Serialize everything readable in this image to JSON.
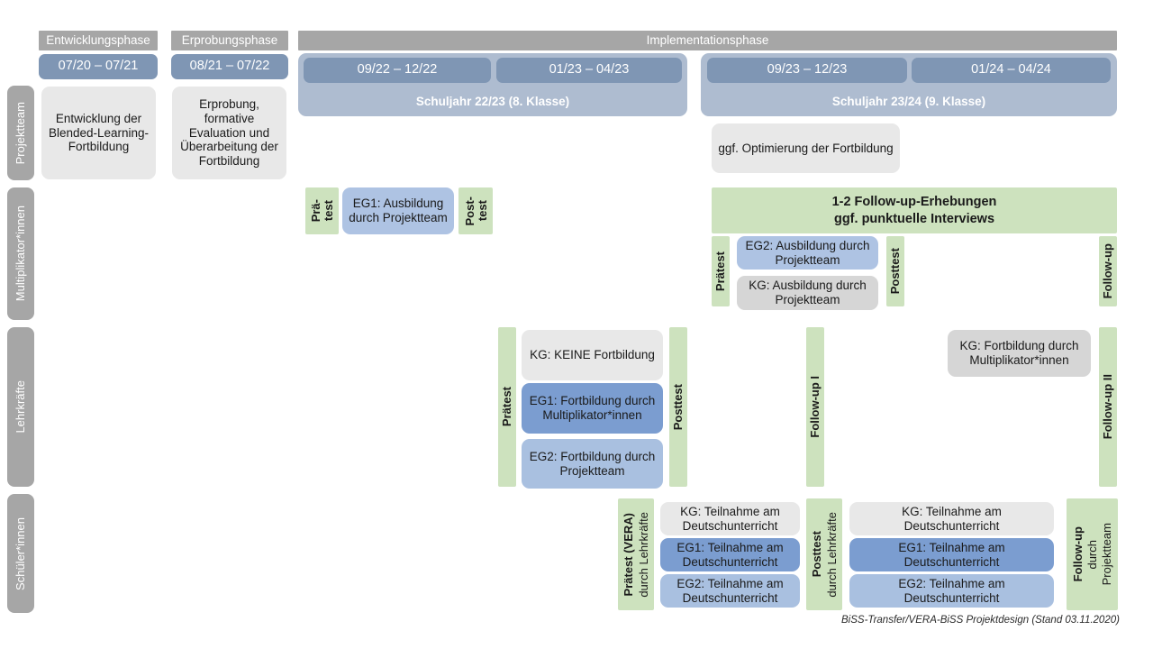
{
  "diagram": {
    "title": "BiSS-Transfer/VERA-BiSS Projektdesign",
    "footer": "BiSS-Transfer/VERA-BiSS Projektdesign (Stand 03.11.2020)"
  },
  "phases": [
    {
      "name": "Entwicklungsphase",
      "period": "07/20 – 07/21"
    },
    {
      "name": "Erprobungsphase",
      "period": "08/21 – 07/22"
    },
    {
      "name": "Implementationsphase"
    }
  ],
  "schooljahre": [
    {
      "label": "Schuljahr 22/23 (8. Klasse)",
      "periods": [
        "09/22 – 12/22",
        "01/23 – 04/23"
      ]
    },
    {
      "label": "Schuljahr 23/24 (9. Klasse)",
      "periods": [
        "09/23 – 12/23",
        "01/24 – 04/24"
      ]
    }
  ],
  "roles": [
    {
      "label": "Projektteam"
    },
    {
      "label": "Multiplikator*innen"
    },
    {
      "label": "Lehrkräfte"
    },
    {
      "label": "Schüler*innen"
    }
  ],
  "projektteam": {
    "entwicklung": "Entwicklung der Blended-Learning-Fortbildung",
    "erprobung": "Erprobung, formative Evaluation und Überarbeitung der Fortbildung",
    "optimierung": "ggf. Optimierung der Fortbildung"
  },
  "multiplikatoren": {
    "praetest_1_line1": "Prä-",
    "praetest_1_line2": "test",
    "eg1": "EG1: Ausbildung durch Projektteam",
    "posttest_1_line1": "Post-",
    "posttest_1_line2": "test",
    "followup_banner_line1": "1-2 Follow-up-Erhebungen",
    "followup_banner_line2": "ggf. punktuelle Interviews",
    "praetest_2": "Prätest",
    "eg2": "EG2: Ausbildung durch Projektteam",
    "kg": "KG: Ausbildung durch Projektteam",
    "posttest_2": "Posttest",
    "followup": "Follow-up"
  },
  "lehrkraefte": {
    "praetest": "Prätest",
    "kg_keine": "KG:  KEINE Fortbildung",
    "eg1": "EG1: Fortbildung durch Multiplikator*innen",
    "eg2": "EG2: Fortbildung durch Projektteam",
    "posttest": "Posttest",
    "followup_1": "Follow-up I",
    "kg_fortbildung": "KG: Fortbildung durch Multiplikator*innen",
    "followup_2": "Follow-up II"
  },
  "schueler": {
    "praetest_main": "Prätest (VERA)",
    "praetest_sub": "durch Lehrkräfte",
    "kg_1": "KG: Teilnahme am Deutschunterricht",
    "eg1_1": "EG1: Teilnahme am Deutschunterricht",
    "eg2_1": "EG2: Teilnahme am Deutschunterricht",
    "posttest_main": "Posttest",
    "posttest_sub": "durch Lehrkräfte",
    "kg_2": "KG: Teilnahme am Deutschunterricht",
    "eg1_2": "EG1: Teilnahme am Deutschunterricht",
    "eg2_2": "EG2: Teilnahme am Deutschunterricht",
    "followup_main": "Follow-up",
    "followup_sub1": "durch",
    "followup_sub2": "Projektteam"
  },
  "colors": {
    "phase_gray": "#a6a6a6",
    "date_blue": "#7f96b4",
    "schuljahr_blue": "#aebcd0",
    "green": "#cde2be",
    "kg_gray": "#e8e8e8",
    "eg1_blue": "#7b9dd0",
    "eg2_blue": "#a9c0e0"
  }
}
